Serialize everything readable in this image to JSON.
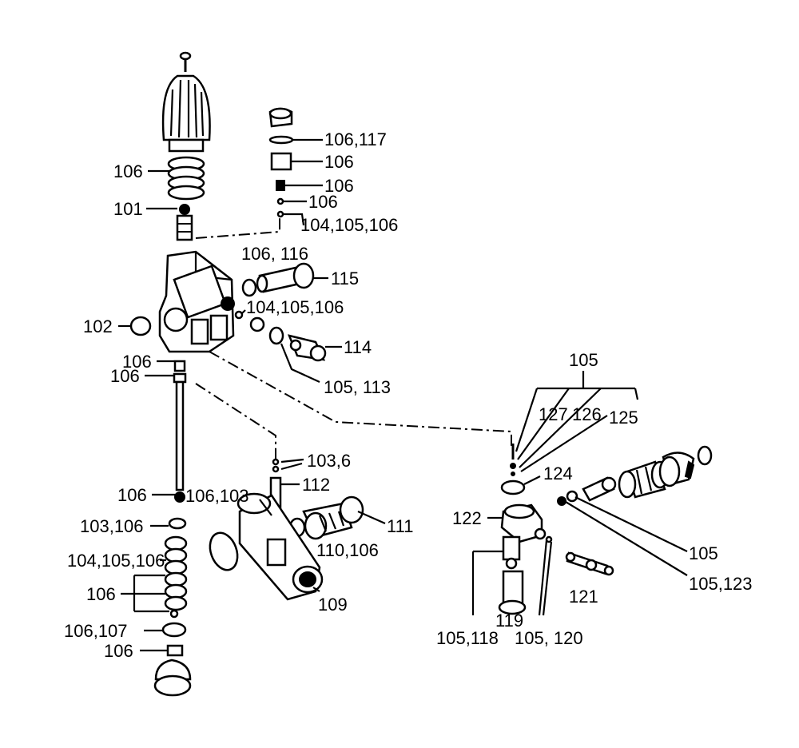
{
  "labels": {
    "l_106_117": "106,117",
    "l_106_a": "106",
    "l_106_b": "106",
    "l_106_c": "106",
    "l_104_105_106_top": "104,105,106",
    "l_106_116": "106,  116",
    "l_115": "115",
    "l_104_105_106_mid": "104,105,106",
    "l_114": "114",
    "l_105_113": "105, 113",
    "l_106_spring": "106",
    "l_101": "101",
    "l_102": "102",
    "l_106_d": "106",
    "l_106_e": "106",
    "l_106_f": "106",
    "l_103_106": "103,106",
    "l_104_105_106_low": "104,105,106",
    "l_106_g": "106",
    "l_106_107": "106,107",
    "l_106_h": "106",
    "l_103_6": "103,6",
    "l_112": "112",
    "l_106_103": "106,103",
    "l_111": "111",
    "l_110_106": "110,106",
    "l_109": "109",
    "l_105_top": "105",
    "l_127": "127",
    "l_126": "126",
    "l_125": "125",
    "l_124": "124",
    "l_122": "122",
    "l_105_right": "105",
    "l_105_123": "105,123",
    "l_121": "121",
    "l_119": "119",
    "l_105_118": "105,118",
    "l_105_120": "105, 120"
  }
}
